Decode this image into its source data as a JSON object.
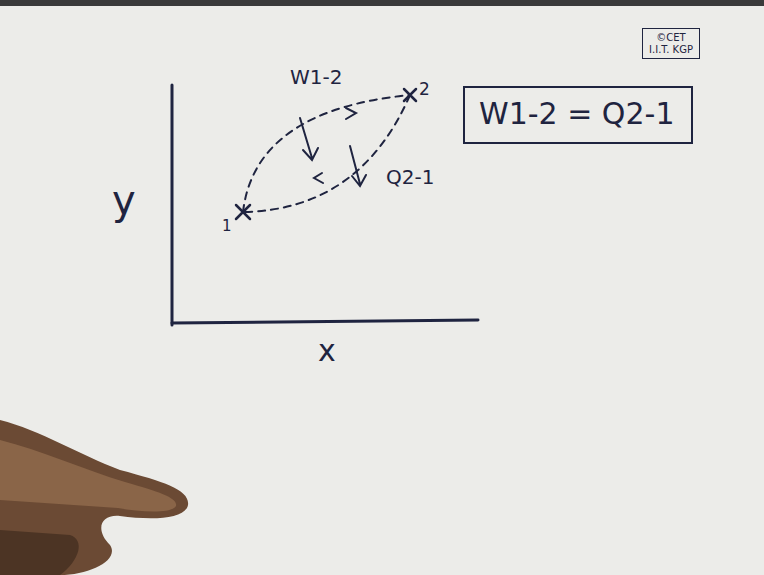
{
  "diagram": {
    "nodes": [
      {
        "text": [
          "©CET I.I.T. KGP"
        ]
      },
      {
        "text": [
          "W1-2 = Q2-1"
        ]
      }
    ],
    "labels": [
      "W1-2",
      "Q2-1",
      "1",
      "2",
      "y",
      "x"
    ]
  }
}
